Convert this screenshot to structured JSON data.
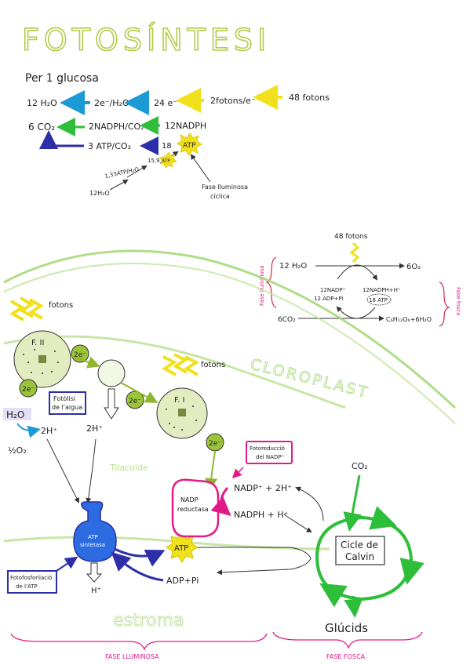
{
  "title": "FOTOSÍNTESI",
  "subtitle": "Per 1 glucosa",
  "chain1": {
    "h2o": "12 H₂O",
    "e_per_h2o": "2e⁻/H₂O",
    "e24": "24 e⁻",
    "fotons_per_e": "2fotons/e⁻",
    "fotons": "48 fotons"
  },
  "chain2": {
    "co2": "6 CO₂",
    "nadph_per_co2": "2NADPH/CO₂",
    "nadph": "12NADPH",
    "atp_per_co2": "3 ATP/CO₂",
    "atp18": "18",
    "atp": "ATP",
    "atp15": "15,9",
    "atp133": "1,33ATP/H₂O",
    "h2o12": "12H₂O",
    "cyclic": [
      "Fase lluminosa",
      "cíclica"
    ]
  },
  "summary": {
    "fotons": "48 fotons",
    "h2o": "12 H₂O",
    "o2": "6O₂",
    "nadp": "12NADP⁺",
    "adp": "12 ADP+Pi",
    "nadph": "12NADPH+H⁺",
    "atp": "18 ATP",
    "co2": "6CO₂",
    "glucose": "C₆H₁₂O₆+6H₂O",
    "left_label": "Fase lluminosa",
    "right_label": "Fase fosca"
  },
  "diagram": {
    "fotons1": "fotons",
    "fotons2": "fotons",
    "ps2": "F. II",
    "ps1": "F. I",
    "two_e": "2e⁻",
    "fotolisi": [
      "Fotòlisi",
      "de l'aigua"
    ],
    "h2o": "H₂O",
    "h2plus": "2H⁺",
    "half_o2": "½O₂",
    "h2plus2": "2H⁺",
    "chloroplast": "CLOROPLAST",
    "tilacoide": "Tilacoide",
    "estroma": "estroma",
    "nadp_reductasa": [
      "NADP",
      "reductasa"
    ],
    "fotoreduccio": [
      "Fotoreducció",
      "del NADP⁺"
    ],
    "nadp_reaction": "NADP⁺ + 2H⁺",
    "nadph_product": "NADPH + H⁺",
    "atp_sintetasa": [
      "ATP",
      "sintetasa"
    ],
    "fotofosforilacio": [
      "Fotofosforilació",
      "de l'ATP"
    ],
    "atp": "ATP",
    "adp_pi": "ADP+Pi",
    "h_plus": "H⁺",
    "co2": "CO₂",
    "calvin": [
      "Cicle de",
      "Calvin"
    ],
    "glucids": "Glúcids",
    "fase_lluminosa": "FASE LLUMINOSA",
    "fase_fosca": "FASE FOSCA"
  },
  "colors": {
    "title": "#b7c94a",
    "blue": "#1b9ad6",
    "yellow": "#f1e11c",
    "green": "#2fbe3a",
    "navy": "#2c2fa8",
    "magenta": "#e21a86",
    "olive": "#9cc43a",
    "psfill": "#e3ecc0",
    "red": "#d12a4b"
  }
}
